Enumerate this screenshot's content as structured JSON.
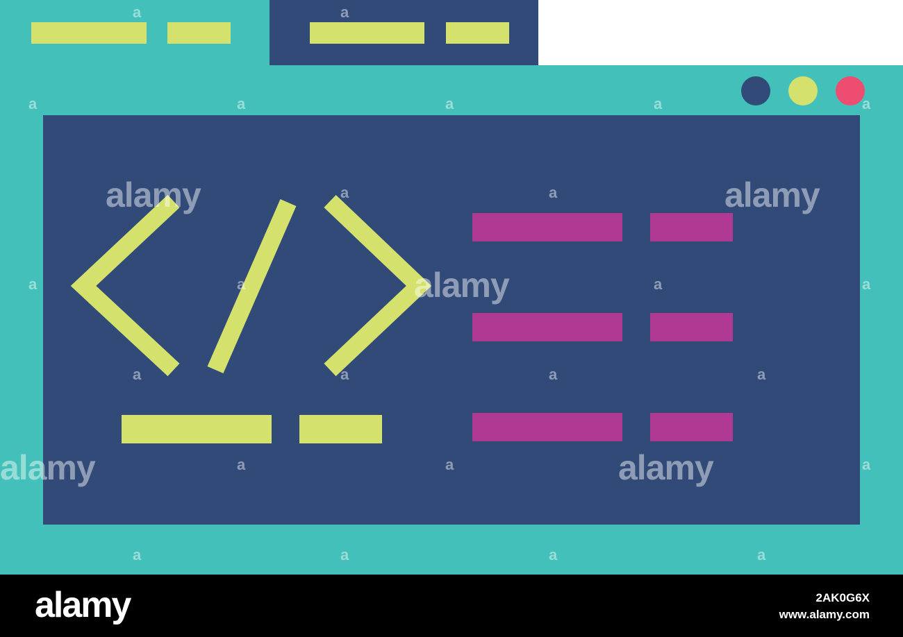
{
  "colors": {
    "teal": "#43c0b9",
    "navy": "#314a78",
    "lime": "#d4e26d",
    "magenta": "#b03993",
    "pink": "#ee4d72",
    "white": "#ffffff",
    "black": "#000000"
  },
  "window": {
    "tabs": [
      {
        "name": "tab-1",
        "active": false
      },
      {
        "name": "tab-2",
        "active": true
      }
    ],
    "controls": [
      "navy-dot",
      "lime-dot",
      "pink-dot"
    ]
  },
  "icon": {
    "symbol": "code-tag-icon"
  },
  "watermark": {
    "brand": "alamy",
    "small_mark": "a"
  },
  "footer": {
    "logo": "alamy",
    "image_id": "2AK0G6X",
    "site": "www.alamy.com"
  }
}
